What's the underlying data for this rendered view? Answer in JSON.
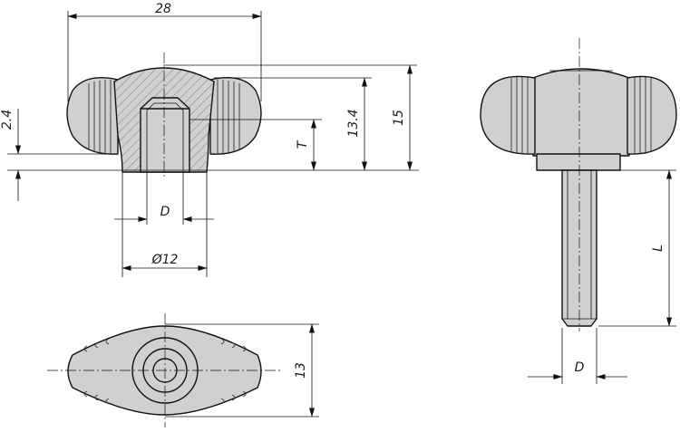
{
  "dimensions": {
    "width_28": "28",
    "height_15": "15",
    "height_13_4": "13.4",
    "depth_T": "T",
    "offset_2_4": "2.4",
    "bore_D_top": "D",
    "diameter_12": "Ø12",
    "width_13": "13",
    "length_L": "L",
    "thread_D_side": "D"
  },
  "colors": {
    "part_fill": "#cfd1d1",
    "line": "#111111"
  }
}
